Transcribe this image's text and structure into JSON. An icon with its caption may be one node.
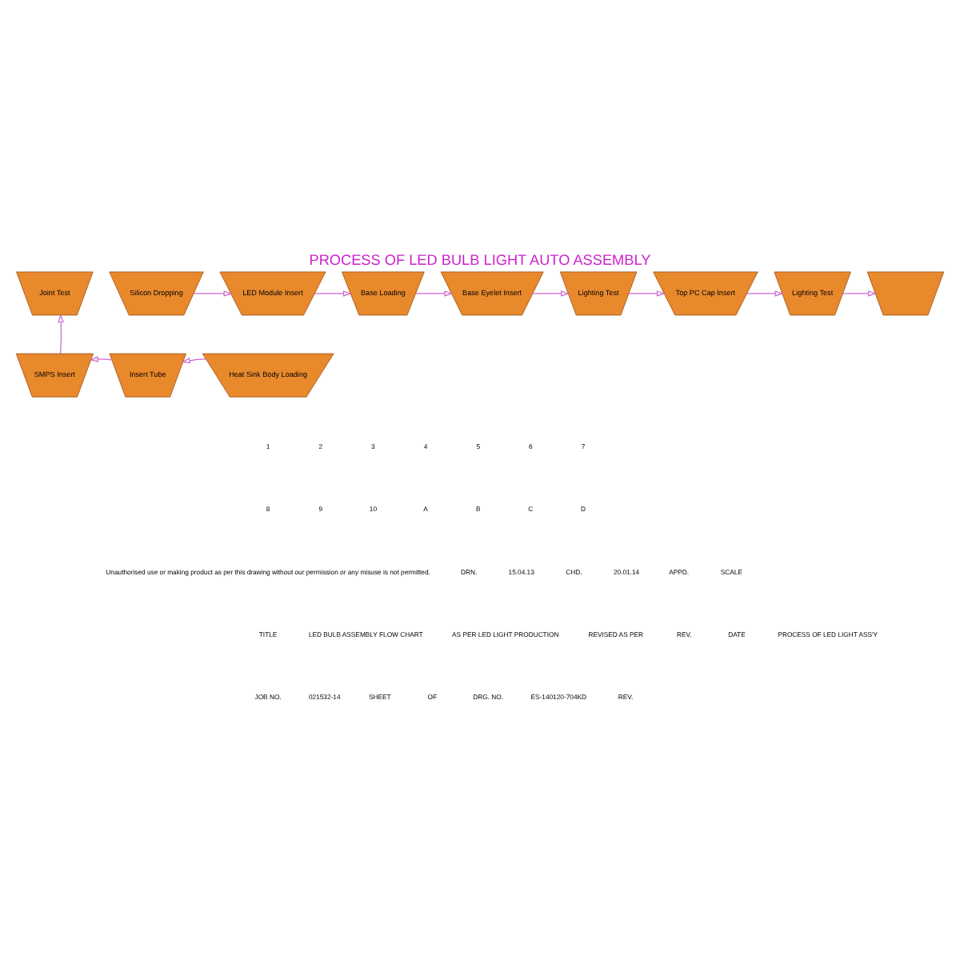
{
  "diagram": {
    "title": "PROCESS OF LED BULB LIGHT AUTO ASSEMBLY",
    "nodes": [
      {
        "text": [
          "Joint Test"
        ]
      },
      {
        "text": [
          "Silicon Dropping"
        ]
      },
      {
        "text": [
          "LED Module Insert"
        ]
      },
      {
        "text": [
          "Base Loading"
        ]
      },
      {
        "text": [
          "Base Eyelet Insert"
        ]
      },
      {
        "text": [
          "Lighting Test"
        ]
      },
      {
        "text": [
          "Top PC Cap Insert"
        ]
      },
      {
        "text": [
          "Lighting Test"
        ]
      },
      {
        "text": [],
        "shape": "picture"
      },
      {
        "text": [
          "SMPS Insert"
        ]
      },
      {
        "text": [
          "Insert Tube"
        ]
      },
      {
        "text": [
          "Heat Sink Body Loading"
        ]
      }
    ],
    "edges": [
      {
        "from": 1,
        "to": 2,
        "arrow": "to"
      },
      {
        "from": 2,
        "to": 3,
        "arrow": "to"
      },
      {
        "from": 3,
        "to": 4,
        "arrow": "to"
      },
      {
        "from": 4,
        "to": 5,
        "arrow": "to"
      },
      {
        "from": 5,
        "to": 6,
        "arrow": "to"
      },
      {
        "from": 6,
        "to": 7,
        "arrow": "to"
      },
      {
        "from": 7,
        "to": 8,
        "arrow": "to"
      },
      {
        "from": 11,
        "to": 10,
        "arrow": "to"
      },
      {
        "from": 10,
        "to": 9,
        "arrow": "to"
      },
      {
        "from": 9,
        "to": 0,
        "arrow": "to"
      }
    ],
    "labels": [
      "1",
      "2",
      "3",
      "4",
      "5",
      "6",
      "7",
      "8",
      "9",
      "10",
      "A",
      "B",
      "C",
      "D",
      "Unauthorised use or making product as per this drawing without our permission or any misuse is not permitted.",
      "DRN.",
      "15.04.13",
      "CHD.",
      "20.01.14",
      "APPD.",
      "SCALE",
      "TITLE",
      "LED BULB ASSEMBLY FLOW CHART",
      "AS PER LED LIGHT PRODUCTION",
      "REVISED AS PER",
      "REV.",
      "DATE",
      "PROCESS OF LED LIGHT ASS'Y",
      "JOB NO.",
      "021532-14",
      "SHEET",
      "OF",
      "DRG. NO.",
      "ES-140120-704KD",
      "REV."
    ]
  }
}
